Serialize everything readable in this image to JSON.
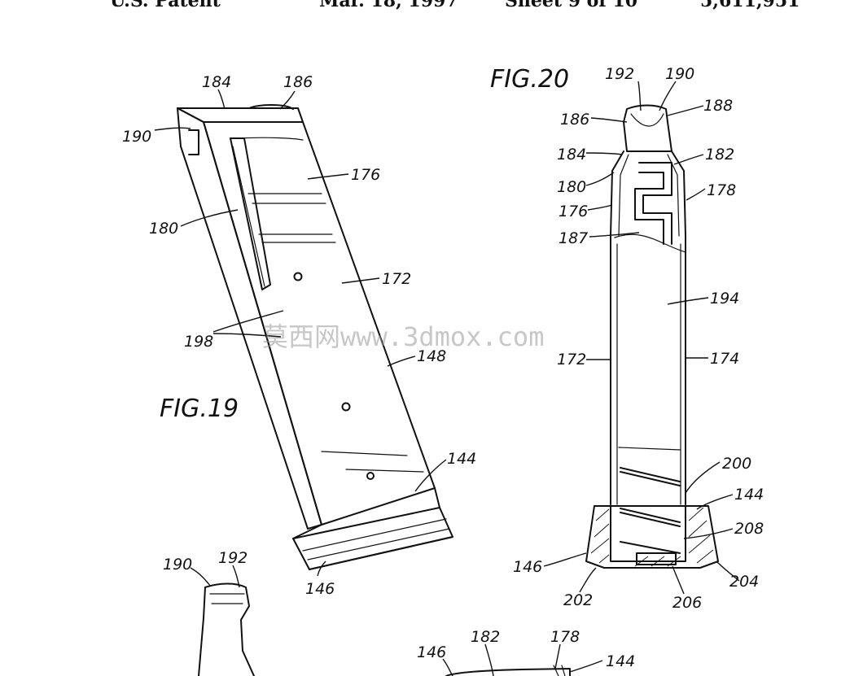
{
  "header": {
    "left": "U.S. Patent",
    "date": "Mar. 18, 1997",
    "sheet": "Sheet 9 of 10",
    "number": "5,611,951"
  },
  "figures": {
    "fig19": {
      "title": "FIG.19"
    },
    "fig20": {
      "title": "FIG.20"
    }
  },
  "labels": {
    "fig19": [
      "184",
      "186",
      "190",
      "176",
      "180",
      "172",
      "198",
      "148",
      "144",
      "146"
    ],
    "fig20": [
      "192",
      "190",
      "186",
      "188",
      "184",
      "182",
      "180",
      "178",
      "176",
      "187",
      "194",
      "172",
      "174",
      "200",
      "144",
      "208",
      "146",
      "204",
      "202",
      "206"
    ],
    "fig21": [
      "190",
      "192"
    ],
    "fig22": [
      "146",
      "182",
      "178",
      "144"
    ]
  },
  "watermark": "莫西网www.3dmox.com"
}
